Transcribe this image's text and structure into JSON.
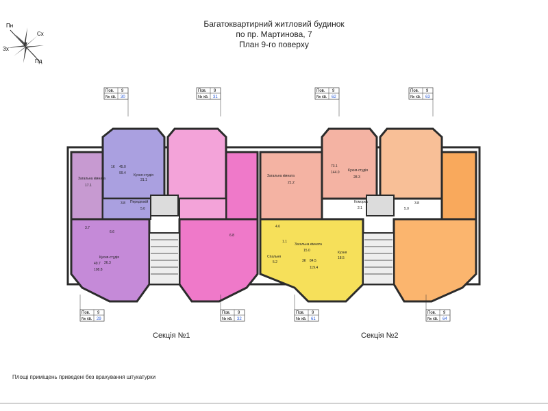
{
  "title": {
    "line1": "Багатоквартирний житловий будинок",
    "line2": "по пр. Мартинова, 7",
    "line3": "План 9-го поверху"
  },
  "compass": {
    "north": "Пн",
    "east": "Сх",
    "west": "Зх",
    "south": "Пд"
  },
  "tag_labels": {
    "floor_label": "Пов.",
    "apt_label": "№ кв."
  },
  "apartments_top": [
    {
      "floor": "9",
      "apt": "30"
    },
    {
      "floor": "9",
      "apt": "31"
    },
    {
      "floor": "9",
      "apt": "62"
    },
    {
      "floor": "9",
      "apt": "63"
    }
  ],
  "apartments_bottom": [
    {
      "floor": "9",
      "apt": "29"
    },
    {
      "floor": "9",
      "apt": "32"
    },
    {
      "floor": "9",
      "apt": "61"
    },
    {
      "floor": "9",
      "apt": "64"
    }
  ],
  "sections": {
    "s1": "Секція №1",
    "s2": "Секція №2"
  },
  "footnote": "Площі приміщень приведені без врахування штукатурки",
  "room_labels": [
    "Загальна кімната",
    "17.1",
    "1К",
    "45.0",
    "99.4",
    "Кухня-студія",
    "31.1",
    "Передпокій",
    "5.0",
    "3.8",
    "Загальна кімната",
    "21.2",
    "73.1",
    "144.0",
    "Кухня-студія",
    "28.3",
    "Коморка",
    "3.7",
    "6.6",
    "4.6",
    "1.1",
    "Спальня",
    "5.2",
    "Загальна кімната",
    "15.0",
    "3К",
    "84.5",
    "119.4",
    "Кухня",
    "18.5",
    "Кухня-студія",
    "26.3",
    "49.7",
    "108.8",
    "3.8",
    "5.0",
    "2.1",
    "6.8"
  ],
  "colors": {
    "lilac": "#c79ad1",
    "lavender": "#aaa0e0",
    "pink": "#f3a3d9",
    "magenta": "#ef79c9",
    "purple": "#c58ad8",
    "salmon": "#f4b3a3",
    "peach": "#f8bf97",
    "orange": "#f9a95c",
    "yellow": "#f6e05a",
    "light_orange": "#fbb56e",
    "core_gray": "#dcdcdc",
    "wall": "#2b2b2b"
  }
}
